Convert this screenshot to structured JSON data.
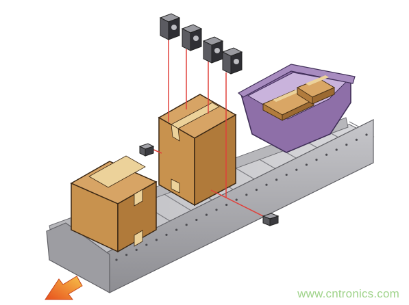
{
  "scene": {
    "conveyor": {
      "slat_count": 13,
      "color": "#a9a9ad"
    },
    "boxes": [
      {
        "id": "box-front",
        "color": "#c8924e"
      },
      {
        "id": "box-tall-under-sensors",
        "color": "#c8924e"
      }
    ],
    "sensors": {
      "count": 4,
      "beam_color": "#e0403a"
    },
    "side_sensors": {
      "count": 2
    },
    "bin": {
      "color": "#8e6fa8",
      "packed_boxes": 2
    },
    "direction_arrow": {
      "color": "#f07a1a"
    }
  },
  "watermark": "www.cntronics.com"
}
